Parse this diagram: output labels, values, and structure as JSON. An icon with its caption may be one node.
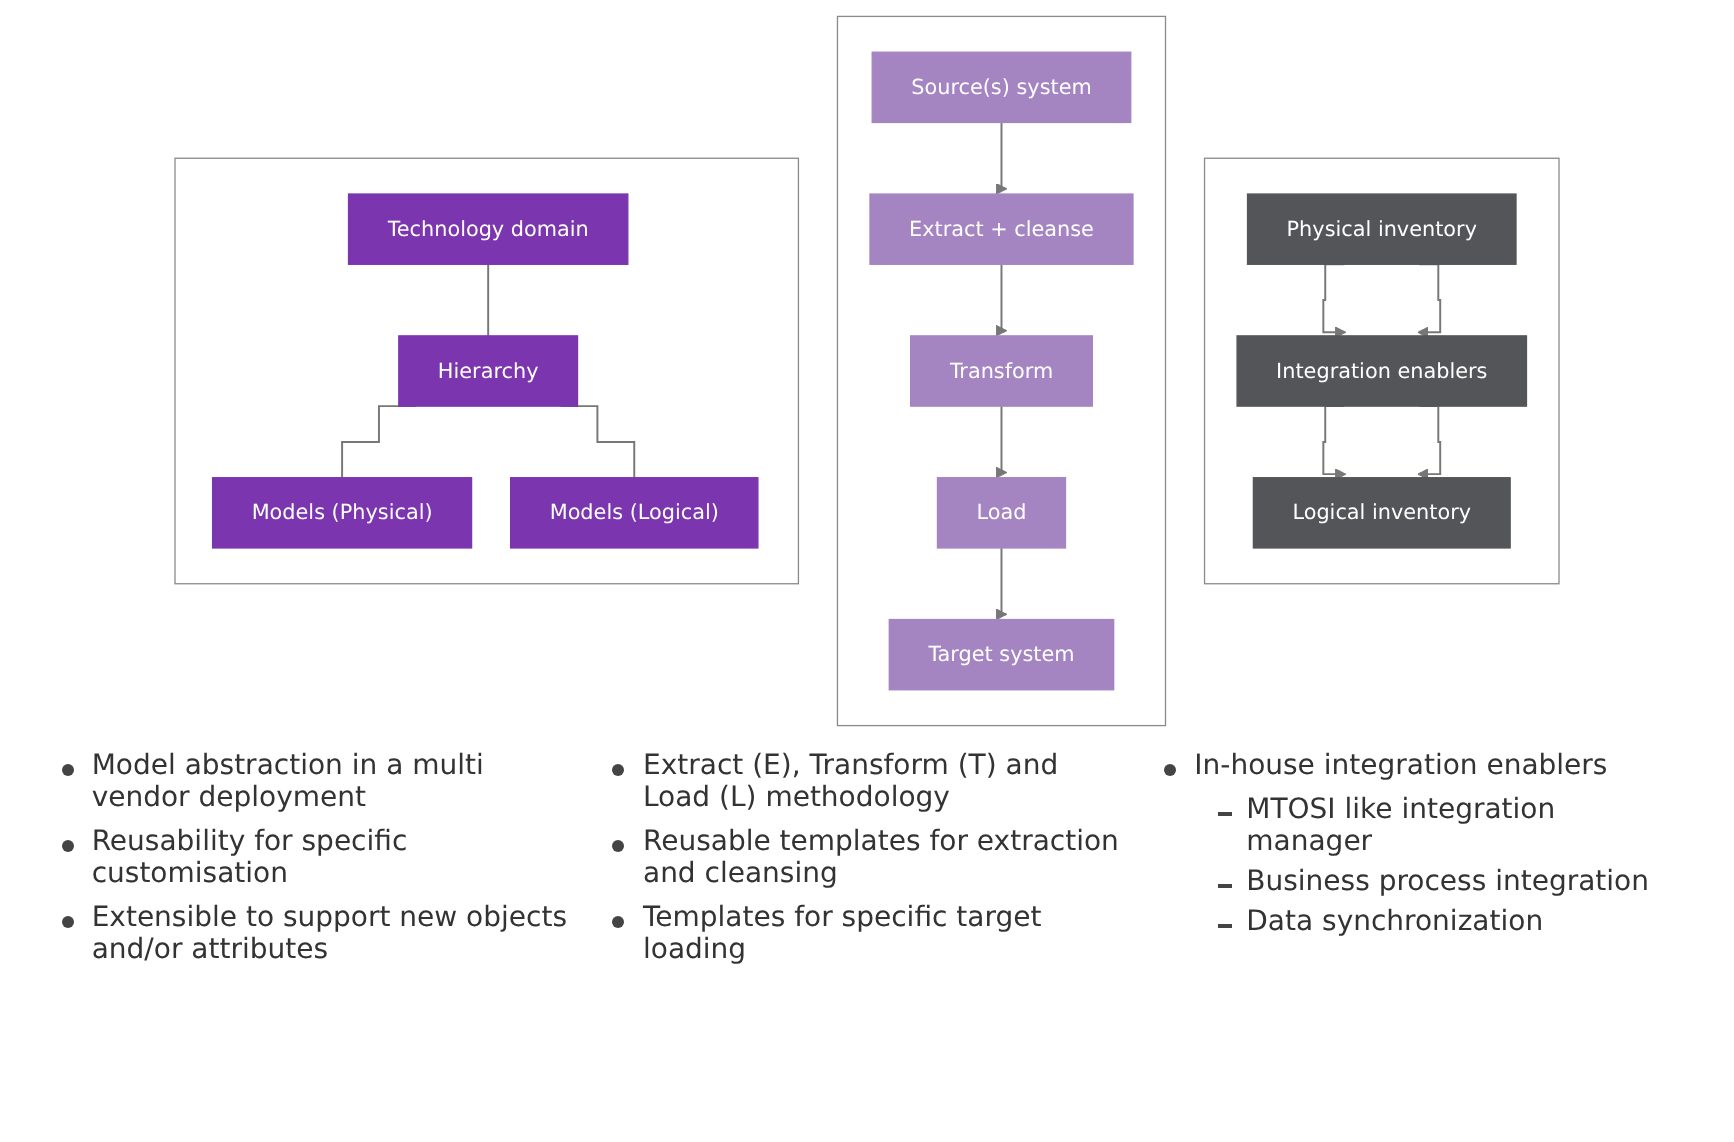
{
  "diagram": {
    "nodes": [
      {
        "text": [],
        "shape": "box"
      },
      {
        "text": [
          "Technology domain"
        ],
        "in": 0
      },
      {
        "text": [
          "Hierarchy"
        ],
        "in": 0
      },
      {
        "text": [
          "Models (Physical)"
        ],
        "in": 0
      },
      {
        "text": [
          "Models (Logical)"
        ],
        "in": 0
      },
      {
        "text": [],
        "shape": "box"
      },
      {
        "text": [
          "Source(s) system"
        ],
        "in": 5
      },
      {
        "text": [
          "Extract + cleanse"
        ],
        "in": 5
      },
      {
        "text": [
          "Transform"
        ],
        "in": 5
      },
      {
        "text": [
          "Load"
        ],
        "in": 5
      },
      {
        "text": [
          "Target system"
        ],
        "in": 5
      },
      {
        "text": [],
        "shape": "box"
      },
      {
        "text": [
          "Physical inventory"
        ],
        "in": 11
      },
      {
        "text": [
          "Integration enablers"
        ],
        "in": 11
      },
      {
        "text": [
          "Logical inventory"
        ],
        "in": 11
      }
    ],
    "edges": [
      {
        "from": 1,
        "to": 2,
        "arrow": "none"
      },
      {
        "from": 2,
        "to": 3,
        "arrow": "none"
      },
      {
        "from": 2,
        "to": 4,
        "arrow": "none"
      },
      {
        "from": 6,
        "to": 7,
        "arrow": "to"
      },
      {
        "from": 7,
        "to": 8,
        "arrow": "to"
      },
      {
        "from": 8,
        "to": 9,
        "arrow": "to"
      },
      {
        "from": 9,
        "to": 10,
        "arrow": "to"
      },
      {
        "from": 12,
        "to": 13,
        "arrow": "to"
      },
      {
        "from": 12,
        "to": 13,
        "arrow": "to"
      },
      {
        "from": 13,
        "to": 14,
        "arrow": "to"
      },
      {
        "from": 13,
        "to": 14,
        "arrow": "to"
      }
    ],
    "labels": [
      "Model abstraction in a multi vendor deployment",
      "Reusability for specific customisation",
      "Extensible to support new objects and/or attributes",
      "Extract (E), Transform (T) and Load (L) methodology",
      "Reusable templates for extraction and cleansing",
      "Templates for specific target loading",
      "In-house integration enablers",
      "MTOSI like integration manager",
      "Business process integration",
      "Data synchronization"
    ]
  }
}
